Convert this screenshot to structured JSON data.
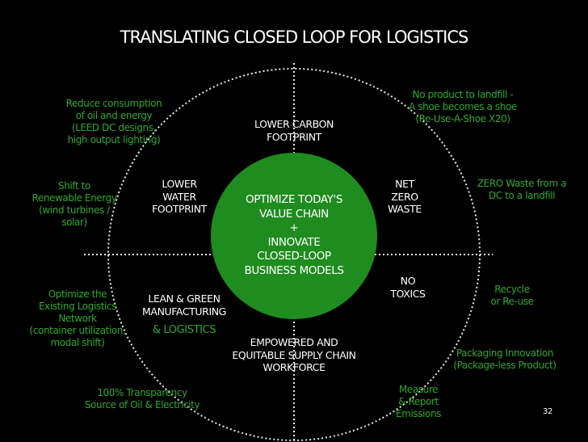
{
  "title": "TRANSLATING CLOSED LOOP FOR LOGISTICS",
  "center": "OPTIMIZE TODAY'S\nVALUE CHAIN\n+\nINNOVATE\nCLOSED-LOOP\nBUSINESS MODELS",
  "inner": {
    "carbon": "LOWER CARBON\nFOOTPRINT",
    "water": "LOWER\nWATER\nFOOTPRINT",
    "waste": "NET\nZERO\nWASTE",
    "lean_line1": "LEAN & GREEN\nMANUFACTURING",
    "lean_line2": "& LOGISTICS",
    "toxics": "NO\nTOXICS",
    "workforce": "EMPOWERED AND\nEQUITABLE SUPPLY CHAIN\nWORKFORCE"
  },
  "outer": {
    "reduce": "Reduce consumption\nof oil and energy\n(LEED DC designs,\nhigh output lighting)",
    "landfill": "No product to landfill -\nA shoe becomes a shoe\n(Re-Use-A-Shoe X20)",
    "renewable": "Shift to\nRenewable Energy\n(wind turbines /\nsolar)",
    "zero_waste": "ZERO Waste from a\nDC to a landfill",
    "optimize": "Optimize the\nExisting Logistics\nNetwork\n(container utilization,\nmodal shift)",
    "recycle": "Recycle\nor Re-use",
    "packaging": "Packaging Innovation\n(Package-less Product)",
    "transparency": "100% Transparency\nSource of Oil & Electricity",
    "measure": "Measure\n& Report\nEmissions"
  },
  "page_number": "32",
  "colors": {
    "background": "#000000",
    "accent": "#2fa82f",
    "circle_fill": "#1e8c1e",
    "text": "#ffffff"
  }
}
